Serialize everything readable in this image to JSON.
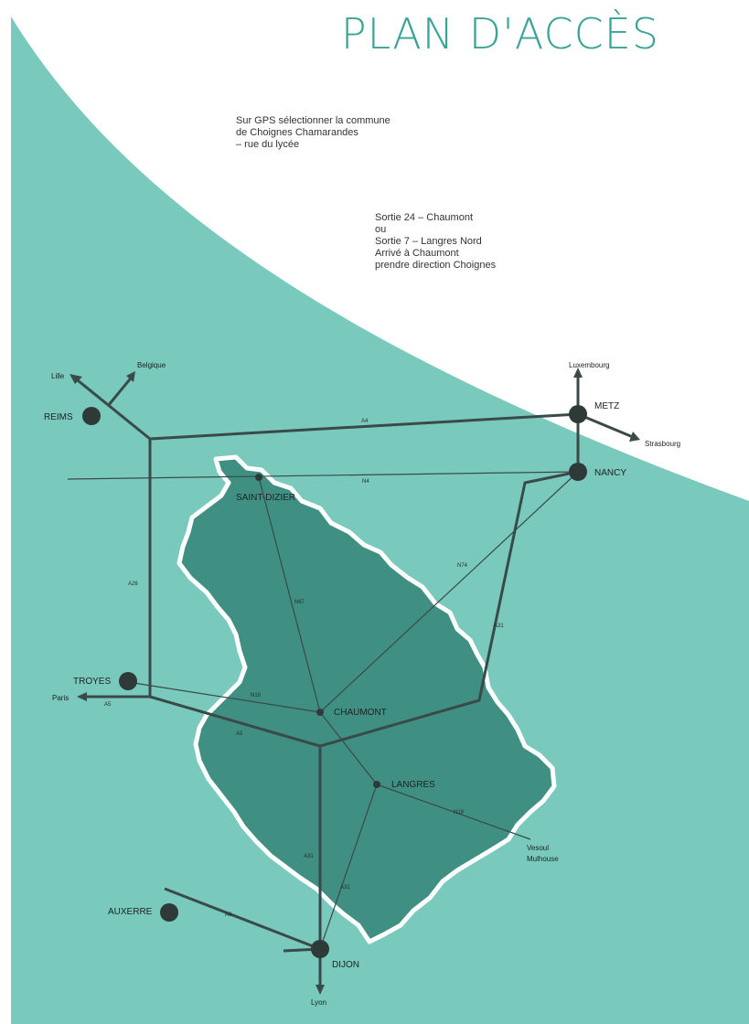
{
  "title": "PLAN D'ACCÈS",
  "colors": {
    "background": "#ffffff",
    "teal": "#79c9bd",
    "department": "#3f8f82",
    "department_border": "#ffffff",
    "road": "#3a4a48",
    "city_dot": "#2e3a38"
  },
  "gps_text": [
    "Sur GPS sélectionner la commune",
    "de Choignes Chamarandes",
    "– rue du lycée"
  ],
  "exit_text": [
    "Sortie 24 – Chaumont",
    "ou",
    "Sortie 7 – Langres Nord",
    "Arrivé à Chaumont",
    "prendre direction Choignes"
  ],
  "cities": {
    "reims": "REIMS",
    "metz": "METZ",
    "nancy": "NANCY",
    "saint_dizier": "SAINT-DIZIER",
    "troyes": "TROYES",
    "chaumont": "CHAUMONT",
    "langres": "LANGRES",
    "auxerre": "AUXERRE",
    "dijon": "DIJON"
  },
  "directions": {
    "lille": "Lille",
    "belgique": "Belgique",
    "luxembourg": "Luxembourg",
    "strasbourg": "Strasbourg",
    "paris": "Paris",
    "lyon": "Lyon",
    "vesoul": "Vesoul",
    "mulhouse": "Mulhouse"
  },
  "roads": {
    "a4": "A4",
    "a26": "A26",
    "a31": "A31",
    "a5_west": "A5",
    "a5_south": "A5",
    "a6": "A6",
    "a31_south": "A31",
    "n4": "N4",
    "n67": "N67",
    "n74": "N74",
    "n19": "N19",
    "n19_troyes": "N19",
    "a31_langres": "A31"
  }
}
